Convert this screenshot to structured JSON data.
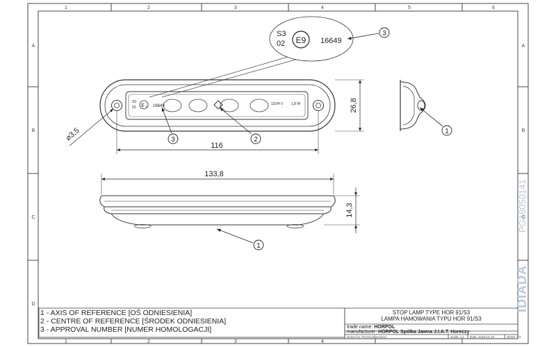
{
  "frame": {
    "col_labels": [
      "1",
      "2",
      "3",
      "4",
      "5",
      "6"
    ],
    "row_labels": [
      "A",
      "B",
      "C",
      "D"
    ]
  },
  "approval_mark": {
    "category": "S3",
    "revision": "02",
    "e_mark": "E9",
    "number": "16649"
  },
  "lamp_markings": {
    "category": "S3",
    "revision": "02",
    "e_mark": "E",
    "e_number": "9",
    "number": "16649",
    "voltage": "12/24 V",
    "power": "1,8 W"
  },
  "dimensions": {
    "hole_diameter": "⌀3,5",
    "hole_spacing": "116",
    "height_front": "26,8",
    "total_length": "133,8",
    "depth": "14,3"
  },
  "callouts": {
    "approval": "3",
    "lamp_approval": "3",
    "centre": "2",
    "axis_side": "1",
    "axis_bottom": "1"
  },
  "legend": {
    "items": [
      "1 - AXIS OF REFERENCE [OŚ ODNIESIENIA]",
      "2 - CENTRE OF REFERENCE [ŚRODEK ODNIESIENIA]",
      "3 - APPROVAL NUMBER [NUMER HOMOLOGACJI]"
    ]
  },
  "title_block": {
    "title_en": "STOP LAMP TYPE HOR 91/S3",
    "title_pl": "LAMPA HAMOWANIA TYPU HOR 91/S3",
    "trade_name_label": "trade name:",
    "trade_name": "HORPOL",
    "manufacturer_label": "manufacturer:",
    "manufacturer": "HORPOL Spółka Jawna  J.I.A.T. Horeczy",
    "drawn_by": "Drawn by: Przemysław Bosy",
    "scale": "Scale: 1:1",
    "date": "Date: 2018-12-19",
    "sheet": "Sheet: 1/3"
  },
  "watermark": {
    "brand": "IDIADA",
    "code": "PG18050141"
  }
}
